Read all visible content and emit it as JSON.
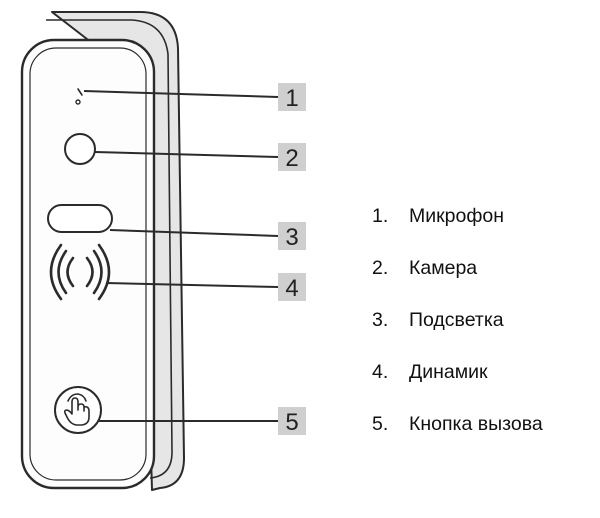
{
  "callouts": [
    {
      "number": "1",
      "target": "microphone-hole"
    },
    {
      "number": "2",
      "target": "camera-lens"
    },
    {
      "number": "3",
      "target": "backlight-strip"
    },
    {
      "number": "4",
      "target": "speaker-waves"
    },
    {
      "number": "5",
      "target": "call-button"
    }
  ],
  "legend": [
    {
      "number": "1.",
      "label": "Микрофон"
    },
    {
      "number": "2.",
      "label": "Камера"
    },
    {
      "number": "3.",
      "label": "Подсветка"
    },
    {
      "number": "4.",
      "label": "Динамик"
    },
    {
      "number": "5.",
      "label": "Кнопка вызова"
    }
  ],
  "colors": {
    "outline": "#2b2b2b",
    "callout_box": "#cfcfcf",
    "panel_side": "#e6e6e6",
    "panel_face": "#fdfdfd"
  },
  "icons": [
    "microphone-icon",
    "camera-lens-icon",
    "speaker-waves-icon",
    "hand-touch-icon"
  ]
}
